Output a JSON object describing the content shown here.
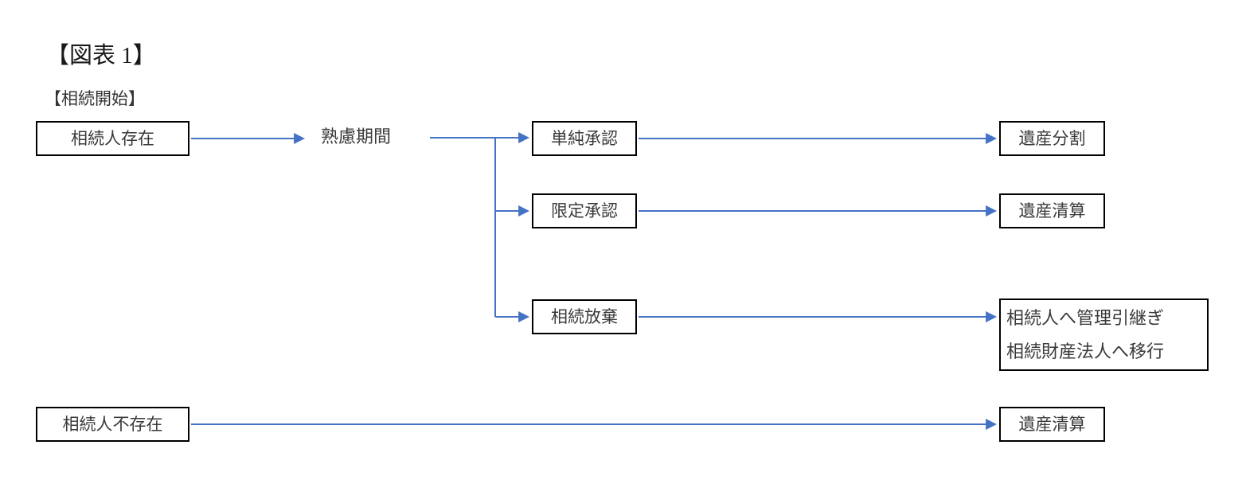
{
  "figure": {
    "title": "【図表 1】",
    "section_label": "【相続開始】"
  },
  "colors": {
    "arrow_blue": "#4472C4",
    "box_border": "#000000",
    "text_dark": "#3a3a3a"
  },
  "nodes": {
    "heir_exists": "相続人存在",
    "consideration_period": "熟慮期間",
    "simple_acceptance": "単純承認",
    "limited_acceptance": "限定承認",
    "renunciation": "相続放棄",
    "estate_division": "遺産分割",
    "estate_liquidation": "遺産清算",
    "renunciation_result_line1": "相続人へ管理引継ぎ",
    "renunciation_result_line2": "相続財産法人へ移行",
    "no_heir": "相続人不存在",
    "no_heir_result": "遺産清算"
  }
}
